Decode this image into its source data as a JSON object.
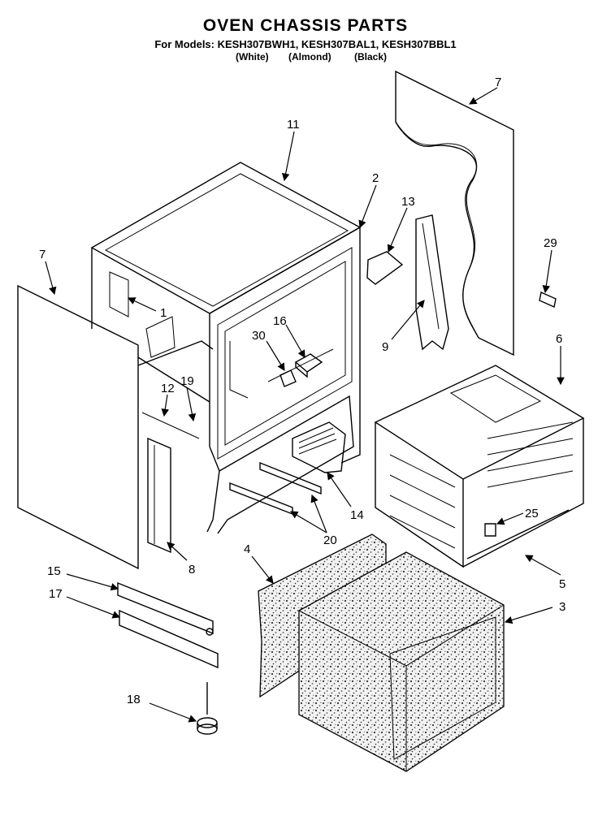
{
  "header": {
    "title": "OVEN CHASSIS PARTS",
    "models": "For Models: KESH307BWH1, KESH307BAL1, KESH307BBL1",
    "colors": [
      "(White)",
      "(Almond)",
      "(Black)"
    ]
  },
  "callouts": [
    {
      "id": "c7a",
      "num": "7"
    },
    {
      "id": "c7b",
      "num": "7"
    },
    {
      "id": "c11",
      "num": "11"
    },
    {
      "id": "c2",
      "num": "2"
    },
    {
      "id": "c13",
      "num": "13"
    },
    {
      "id": "c29",
      "num": "29"
    },
    {
      "id": "c1",
      "num": "1"
    },
    {
      "id": "c16",
      "num": "16"
    },
    {
      "id": "c30",
      "num": "30"
    },
    {
      "id": "c9",
      "num": "9"
    },
    {
      "id": "c6",
      "num": "6"
    },
    {
      "id": "c12",
      "num": "12"
    },
    {
      "id": "c19",
      "num": "19"
    },
    {
      "id": "c14",
      "num": "14"
    },
    {
      "id": "c25",
      "num": "25"
    },
    {
      "id": "c20",
      "num": "20"
    },
    {
      "id": "c4",
      "num": "4"
    },
    {
      "id": "c8",
      "num": "8"
    },
    {
      "id": "c15",
      "num": "15"
    },
    {
      "id": "c5",
      "num": "5"
    },
    {
      "id": "c17",
      "num": "17"
    },
    {
      "id": "c3",
      "num": "3"
    },
    {
      "id": "c18",
      "num": "18"
    }
  ]
}
